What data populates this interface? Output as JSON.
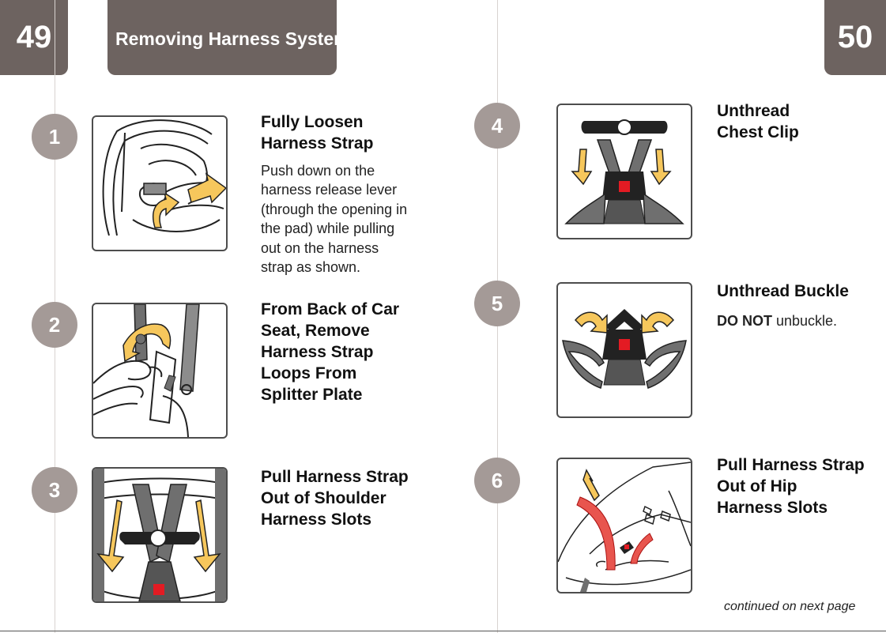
{
  "header": {
    "left_page_number": "49",
    "right_page_number": "50",
    "section_title": "Removing Harness System"
  },
  "steps": [
    {
      "number": "1",
      "title_line1": "Fully Loosen",
      "title_line2": "Harness Strap",
      "body_lines": [
        "Push down on the",
        "harness release lever",
        "(through the opening in",
        "the pad) while pulling",
        "out on the harness",
        "strap as shown."
      ]
    },
    {
      "number": "2",
      "title_lines": [
        "From Back of Car",
        "Seat, Remove",
        "Harness Strap",
        "Loops From",
        "Splitter Plate"
      ]
    },
    {
      "number": "3",
      "title_lines": [
        "Pull Harness Strap",
        "Out of Shoulder",
        "Harness Slots"
      ]
    },
    {
      "number": "4",
      "title_lines": [
        "Unthread",
        "Chest Clip"
      ]
    },
    {
      "number": "5",
      "title": "Unthread Buckle",
      "body_bold": "DO NOT",
      "body_rest": " unbuckle."
    },
    {
      "number": "6",
      "title_lines": [
        "Pull Harness Strap",
        "Out of Hip",
        "Harness Slots"
      ]
    }
  ],
  "footer": {
    "continued": "continued on next page"
  },
  "colors": {
    "tab": "#6d6360",
    "circle": "#a49a97",
    "arrow": "#f6c75c",
    "strap": "#6f6f6f",
    "buckle_red": "#e31b23"
  }
}
